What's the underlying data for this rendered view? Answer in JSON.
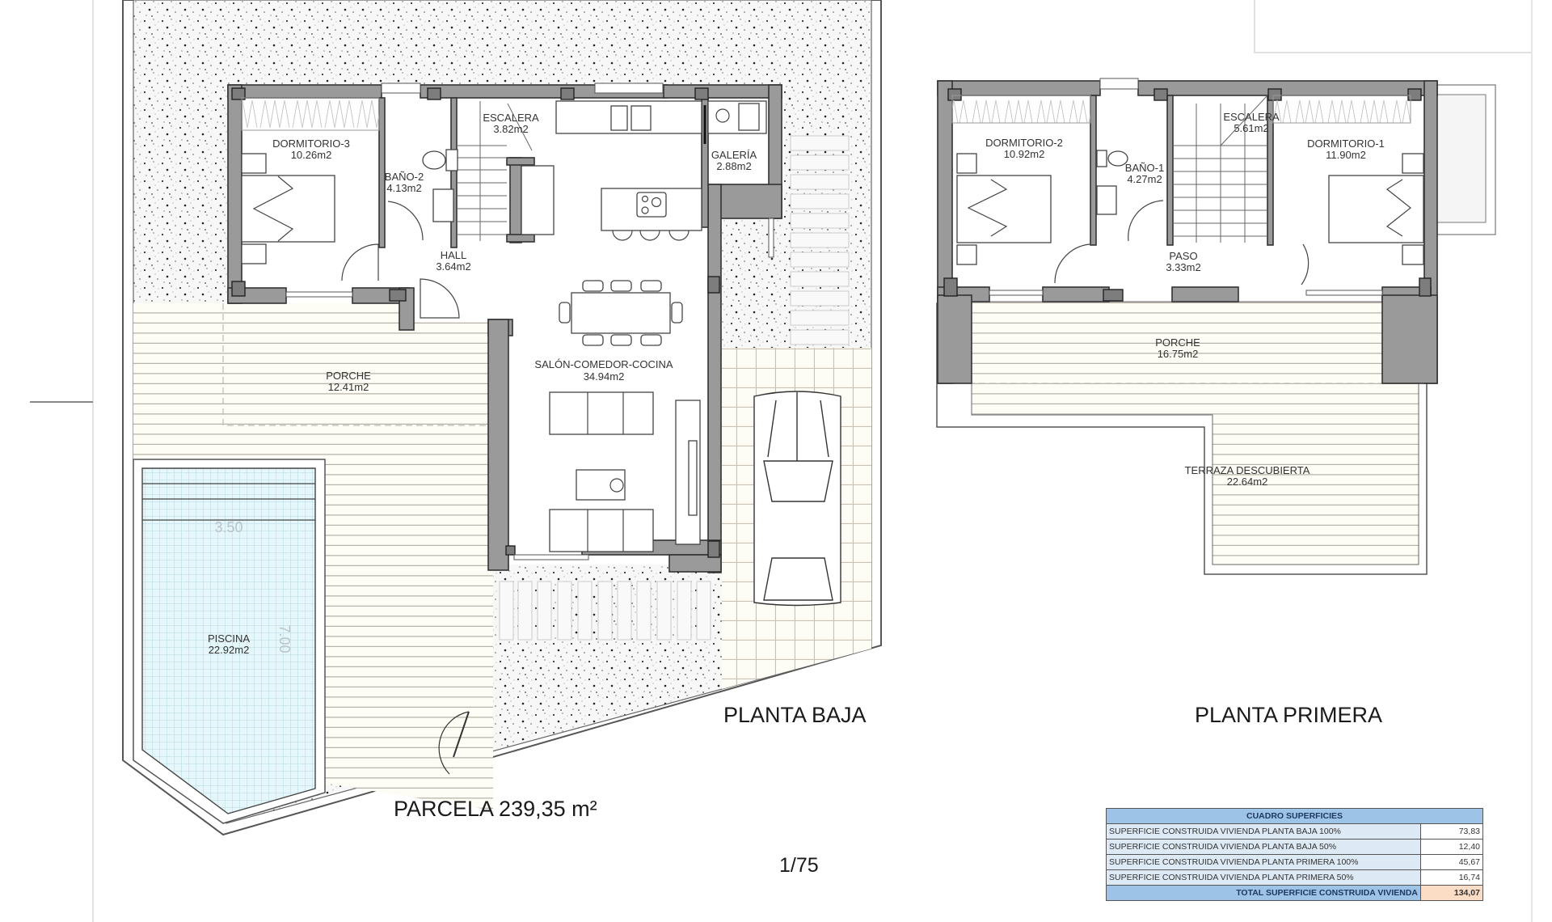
{
  "drawing": {
    "ground_floor_title": "PLANTA BAJA",
    "first_floor_title": "PLANTA PRIMERA",
    "plot_label": "PARCELA 239,35 m²",
    "scale": "1/75"
  },
  "ground_floor": {
    "rooms": [
      {
        "name": "DORMITORIO-3",
        "area": "10.26m2"
      },
      {
        "name": "BAÑO-2",
        "area": "4.13m2"
      },
      {
        "name": "ESCALERA",
        "area": "3.82m2"
      },
      {
        "name": "GALERÍA",
        "area": "2.88m2"
      },
      {
        "name": "HALL",
        "area": "3.64m2"
      },
      {
        "name": "SALÓN-COMEDOR-COCINA",
        "area": "34.94m2"
      },
      {
        "name": "PORCHE",
        "area": "12.41m2"
      },
      {
        "name": "PISCINA",
        "area": "22.92m2"
      }
    ],
    "pool_dimensions": {
      "width": "3.50",
      "length": "7.00"
    }
  },
  "first_floor": {
    "rooms": [
      {
        "name": "DORMITORIO-2",
        "area": "10.92m2"
      },
      {
        "name": "BAÑO-1",
        "area": "4.27m2"
      },
      {
        "name": "ESCALERA",
        "area": "5.61m2"
      },
      {
        "name": "DORMITORIO-1",
        "area": "11.90m2"
      },
      {
        "name": "PASO",
        "area": "3.33m2"
      },
      {
        "name": "PORCHE",
        "area": "16.75m2"
      },
      {
        "name": "TERRAZA DESCUBIERTA",
        "area": "22.64m2"
      }
    ]
  },
  "area_table": {
    "title": "CUADRO SUPERFICIES",
    "rows": [
      {
        "label": "SUPERFICIE CONSTRUIDA VIVIENDA PLANTA BAJA 100%",
        "value": "73,83"
      },
      {
        "label": "SUPERFICIE CONSTRUIDA VIVIENDA PLANTA BAJA 50%",
        "value": "12,40"
      },
      {
        "label": "SUPERFICIE CONSTRUIDA VIVIENDA PLANTA PRIMERA 100%",
        "value": "45,67"
      },
      {
        "label": "SUPERFICIE CONSTRUIDA VIVIENDA PLANTA PRIMERA 50%",
        "value": "16,74"
      }
    ],
    "total_label": "TOTAL SUPERFICIE CONSTRUIDA VIVIENDA",
    "total_value": "134,07"
  },
  "colors": {
    "wall": "#9a9a9a",
    "pool": "#e6f7fb",
    "deck": "#fdfcf5",
    "table_header": "#9dc3e6",
    "table_row": "#dde9f5",
    "table_total": "#fbdcc5"
  }
}
